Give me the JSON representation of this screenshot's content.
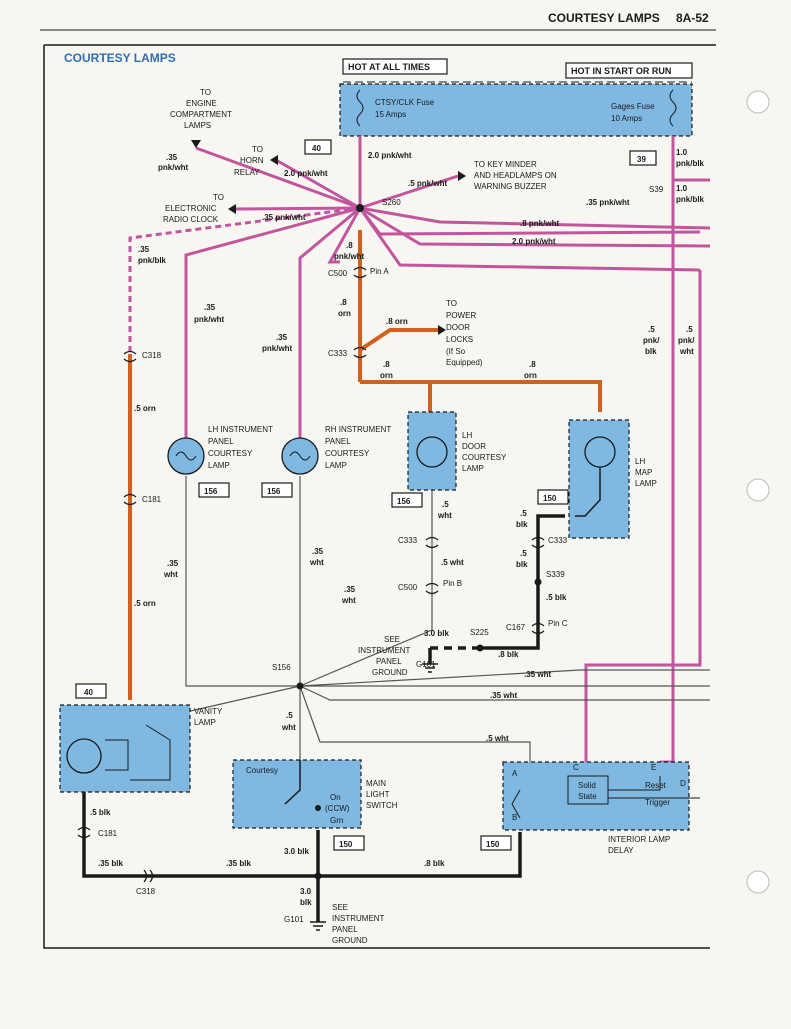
{
  "header": {
    "title": "COURTESY LAMPS",
    "page_number": "8A-52"
  },
  "section_title": "COURTESY LAMPS",
  "hot_labels": {
    "always": "HOT AT ALL TIMES",
    "start_run": "HOT IN START OR RUN"
  },
  "fuses": {
    "ctsy_name": "CTSY/CLK Fuse",
    "ctsy_amps": "15 Amps",
    "gages_name": "Gages Fuse",
    "gages_amps": "10 Amps"
  },
  "destinations": {
    "engine": [
      "TO",
      "ENGINE",
      "COMPARTMENT",
      "LAMPS"
    ],
    "horn": [
      "TO",
      "HORN",
      "RELAY"
    ],
    "radio": [
      "TO",
      "ELECTRONIC",
      "RADIO CLOCK"
    ],
    "keyminder": [
      "TO KEY MINDER",
      "AND HEADLAMPS ON",
      "WARNING BUZZER"
    ],
    "doorlocks": [
      "TO",
      "POWER",
      "DOOR",
      "LOCKS",
      "(If So",
      "Equipped)"
    ]
  },
  "wires": {
    "w035pnkwht": ".35 pnk/wht",
    "w035": ".35",
    "pnkwht": "pnk/wht",
    "pnkblk": "pnk/blk",
    "w20pnkwht": "2.0 pnk/wht",
    "w05pnkwht": ".5 pnk/wht",
    "w08pnkwht": ".8 pnk/wht",
    "w08": ".8",
    "orn": "orn",
    "w05orn": ".5 orn",
    "w10": "1.0",
    "w05": ".5",
    "w035wht": ".35 wht",
    "wht": "wht",
    "w05wht": ".5 wht",
    "w05blk": ".5 blk",
    "blk": "blk",
    "w30blk": "3.0 blk",
    "w30": "3.0",
    "w08blk": ".8 blk",
    "w035blk": ".35 blk",
    "pnkslash": "pnk/",
    "w08orn": ".8 orn"
  },
  "connectors": {
    "c500": "C500",
    "c333": "C333",
    "c318": "C318",
    "c181": "C181",
    "c167": "C167",
    "s260": "S260",
    "s39": "S39",
    "s339": "S339",
    "s225": "S225",
    "s156": "S156",
    "g101": "G101",
    "pina": "Pin A",
    "pinb": "Pin B",
    "pinc": "Pin C"
  },
  "circuits": {
    "n40": "40",
    "n39": "39",
    "n156": "156",
    "n150": "150"
  },
  "components": {
    "lh_ip": [
      "LH INSTRUMENT",
      "PANEL",
      "COURTESY",
      "LAMP"
    ],
    "rh_ip": [
      "RH INSTRUMENT",
      "PANEL",
      "COURTESY",
      "LAMP"
    ],
    "lh_door": [
      "LH",
      "DOOR",
      "COURTESY",
      "LAMP"
    ],
    "lh_map": [
      "LH",
      "MAP",
      "LAMP"
    ],
    "vanity": [
      "VANITY",
      "LAMP"
    ],
    "main_switch": [
      "MAIN",
      "LIGHT",
      "SWITCH"
    ],
    "ild": [
      "INTERIOR LAMP",
      "DELAY"
    ],
    "switch_courtesy": "Courtesy",
    "switch_on": "On",
    "switch_ccw": "(CCW)",
    "switch_grn": "Grn",
    "solid_state": [
      "Solid",
      "State"
    ],
    "reset": "Reset",
    "trigger": "Trigger",
    "pins": [
      "A",
      "B",
      "C",
      "D",
      "E"
    ]
  },
  "grounds": {
    "see_ip": [
      "SEE",
      "INSTRUMENT",
      "PANEL",
      "GROUND"
    ]
  }
}
